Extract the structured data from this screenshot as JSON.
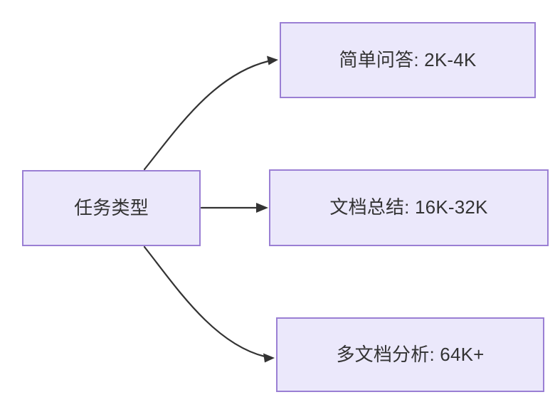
{
  "diagram": {
    "title": "任务类型",
    "type": "flowchart",
    "direction": "left-to-right",
    "background_color": "#ffffff",
    "node_fill_color": "#ebe8fb",
    "node_border_color": "#9a7fd4",
    "node_text_color": "#333333",
    "edge_color": "#333333"
  },
  "nodes": [
    {
      "id": "root",
      "label": "任务类型",
      "role": "source"
    },
    {
      "id": "simple-qa",
      "label": "简单问答: 2K-4K",
      "role": "target"
    },
    {
      "id": "doc-summary",
      "label": "文档总结: 16K-32K",
      "role": "target"
    },
    {
      "id": "multi-doc",
      "label": "多文档分析: 64K+",
      "role": "target"
    }
  ],
  "edges": [
    {
      "id": "edge-root-simple-qa",
      "from": "root",
      "to": "simple-qa",
      "label": "",
      "style": "curved",
      "arrow": "triangle"
    },
    {
      "id": "edge-root-doc-summary",
      "from": "root",
      "to": "doc-summary",
      "label": "",
      "style": "straight",
      "arrow": "triangle"
    },
    {
      "id": "edge-root-multi-doc",
      "from": "root",
      "to": "multi-doc",
      "label": "",
      "style": "curved",
      "arrow": "triangle"
    }
  ]
}
